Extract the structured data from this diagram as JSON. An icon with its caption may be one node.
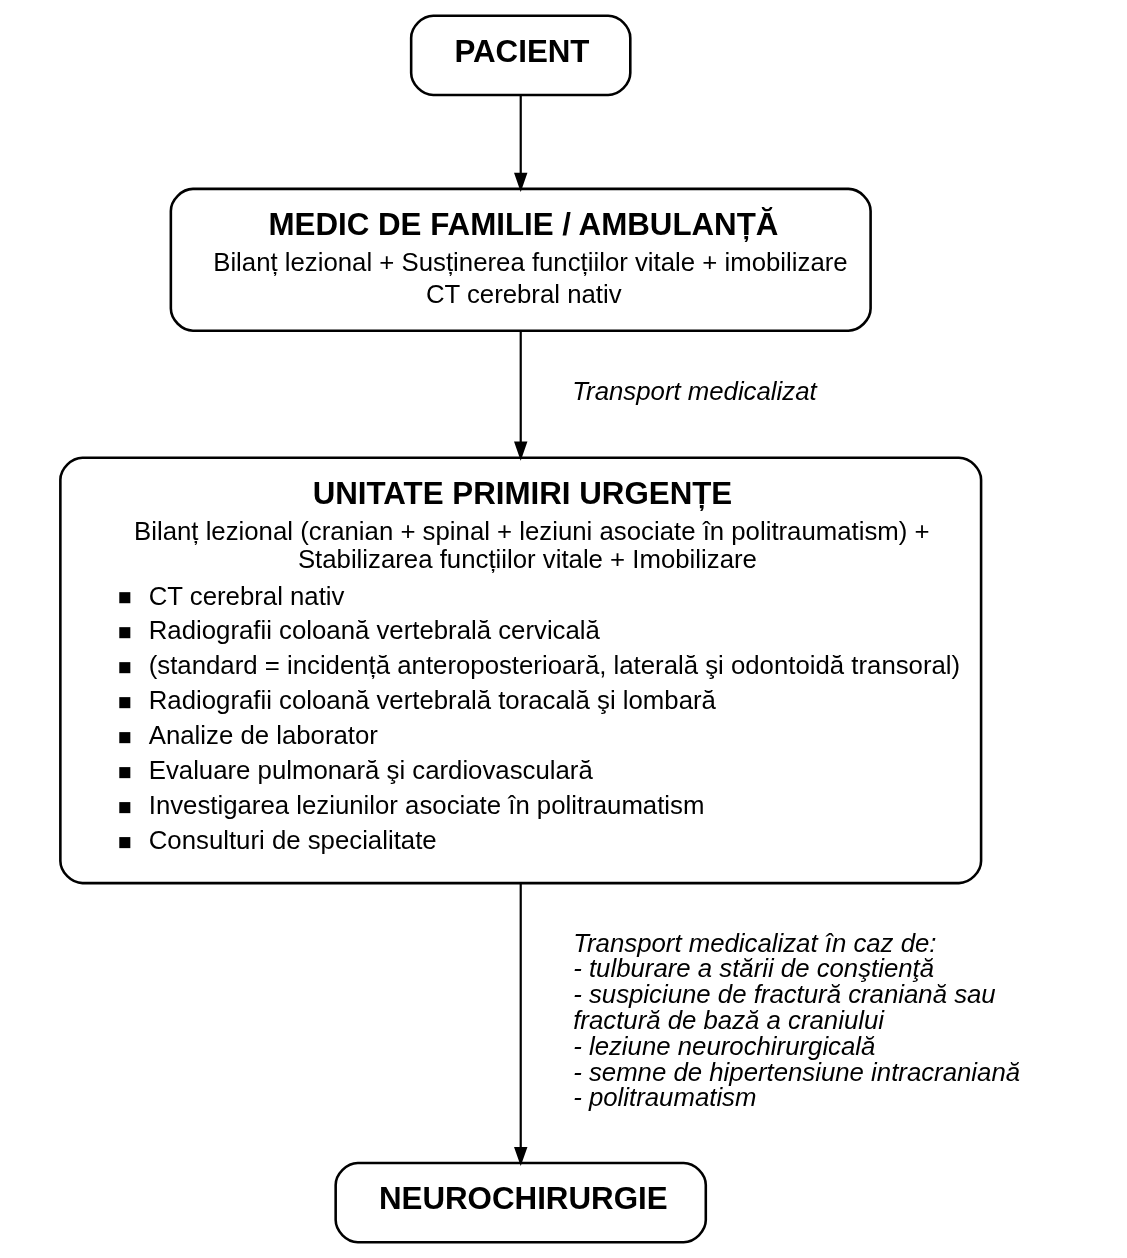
{
  "diagram": {
    "nodes": [
      {
        "text": [
          "PACIENT"
        ]
      },
      {
        "text": [
          "MEDIC DE FAMILIE / AMBULANȚĂ",
          "Bilanț lezional + Susținerea funcțiilor vitale + imobilizare",
          "CT cerebral nativ"
        ]
      },
      {
        "text": [
          "UNITATE PRIMIRI URGENȚE",
          "Bilanț lezional (cranian + spinal + leziuni asociate în politraumatism) + Stabilizarea funcțiilor vitale + Imobilizare",
          "CT cerebral nativ",
          "Radiografii coloană vertebrală cervicală",
          "(standard = incidență anteroposterioară, laterală şi odontoidă transoral)",
          "Radiografii coloană vertebrală toracală şi lombară",
          "Analize de laborator",
          "Evaluare pulmonară şi cardiovasculară",
          "Investigarea leziunilor asociate în politraumatism",
          "Consulturi de specialitate"
        ]
      },
      {
        "text": [
          "NEUROCHIRURGIE"
        ]
      }
    ],
    "edges": [
      {
        "from": 0,
        "to": 1,
        "arrow": "to"
      },
      {
        "from": 1,
        "to": 2,
        "arrow": "to",
        "label": "Transport medicalizat"
      },
      {
        "from": 2,
        "to": 3,
        "arrow": "to",
        "label": "Transport medicalizat în caz de: - tulburare a stării de conştienţă - suspiciune de fractură craniană sau fractură de bază a craniului - leziune neurochirurgicală - semne de hipertensiune intracraniană - politraumatism"
      }
    ]
  }
}
